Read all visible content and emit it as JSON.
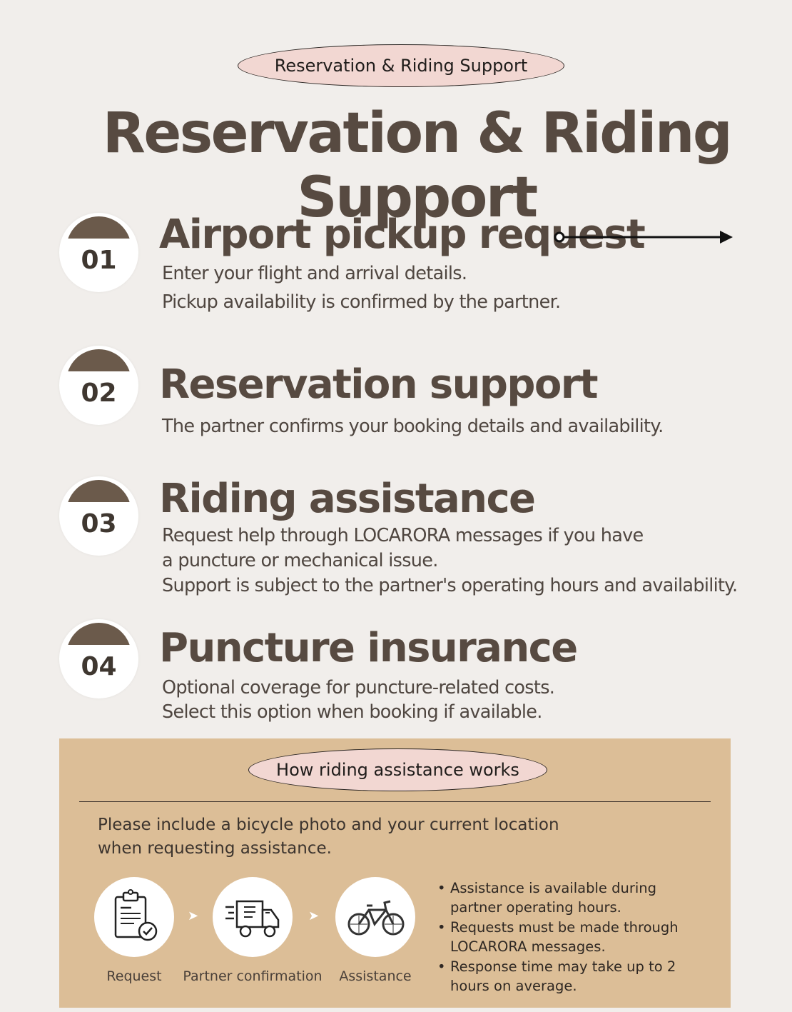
{
  "header": {
    "badge": "Reservation & Riding Support",
    "title": "Reservation & Riding Support"
  },
  "steps": [
    {
      "number": "01",
      "title": "Airport pickup request",
      "lines": [
        "Enter your flight and arrival details.",
        "Pickup availability is confirmed by the partner."
      ]
    },
    {
      "number": "02",
      "title": "Reservation support",
      "lines": [
        "The partner confirms your booking details and availability."
      ]
    },
    {
      "number": "03",
      "title": "Riding assistance",
      "lines": [
        "Request help through LOCARORA messages if you have",
        "a puncture or mechanical issue.",
        "Support is subject to the partner's operating hours and availability."
      ]
    },
    {
      "number": "04",
      "title": "Puncture insurance",
      "lines": [
        "Optional coverage for puncture-related costs.",
        "Select this option when booking if available."
      ]
    }
  ],
  "panel": {
    "title": "How riding assistance works",
    "note": [
      "Please include a bicycle photo and your current location",
      "when requesting assistance."
    ],
    "flow": [
      {
        "label": "Request",
        "icon": "clipboard-check-icon"
      },
      {
        "label": "Partner confirmation",
        "icon": "delivery-truck-icon"
      },
      {
        "label": "Assistance",
        "icon": "bicycle-icon"
      }
    ],
    "bullets": [
      "Assistance is available during partner operating hours.",
      "Requests must be made through LOCARORA messages.",
      "Response time may take up to 2 hours on average."
    ]
  },
  "colors": {
    "background": "#f1eeeb",
    "heading": "#574a41",
    "accent_brown": "#6b5a4b",
    "pill_pink": "#f2d7d2",
    "panel_tan": "#dcbe97"
  }
}
